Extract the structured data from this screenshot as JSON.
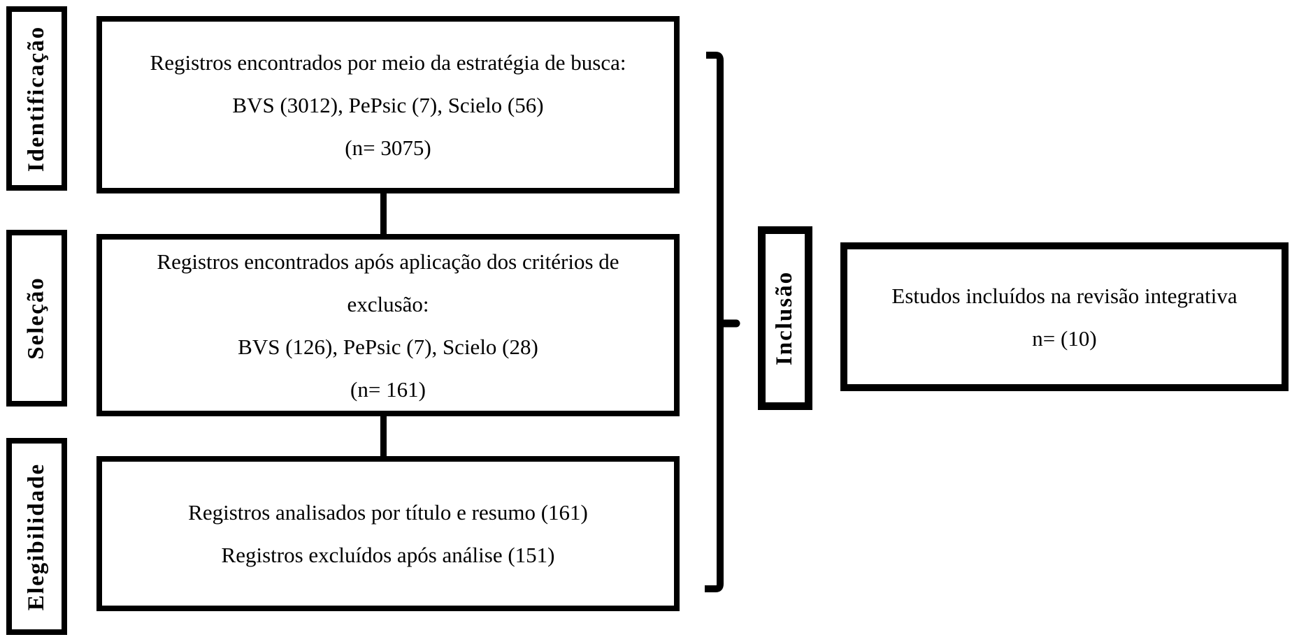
{
  "stage_labels": {
    "identification": "Identificação",
    "selection": "Seleção",
    "eligibility": "Elegibilidade",
    "inclusion": "Inclusão"
  },
  "boxes": {
    "identification": {
      "lines": [
        "Registros encontrados por meio da estratégia de busca:",
        "BVS (3012), PePsic (7), Scielo (56)",
        "(n= 3075)"
      ]
    },
    "selection": {
      "lines": [
        "Registros encontrados após aplicação dos critérios de",
        "exclusão:",
        "BVS (126), PePsic (7), Scielo (28)",
        "(n= 161)"
      ]
    },
    "eligibility": {
      "lines": [
        "Registros analisados por título e resumo (161)",
        "Registros excluídos após análise (151)"
      ]
    },
    "inclusion": {
      "lines": [
        "Estudos incluídos na revisão integrativa",
        "n= (10)"
      ]
    }
  },
  "colors": {
    "line": "#000000",
    "background": "#ffffff",
    "text": "#000000"
  }
}
